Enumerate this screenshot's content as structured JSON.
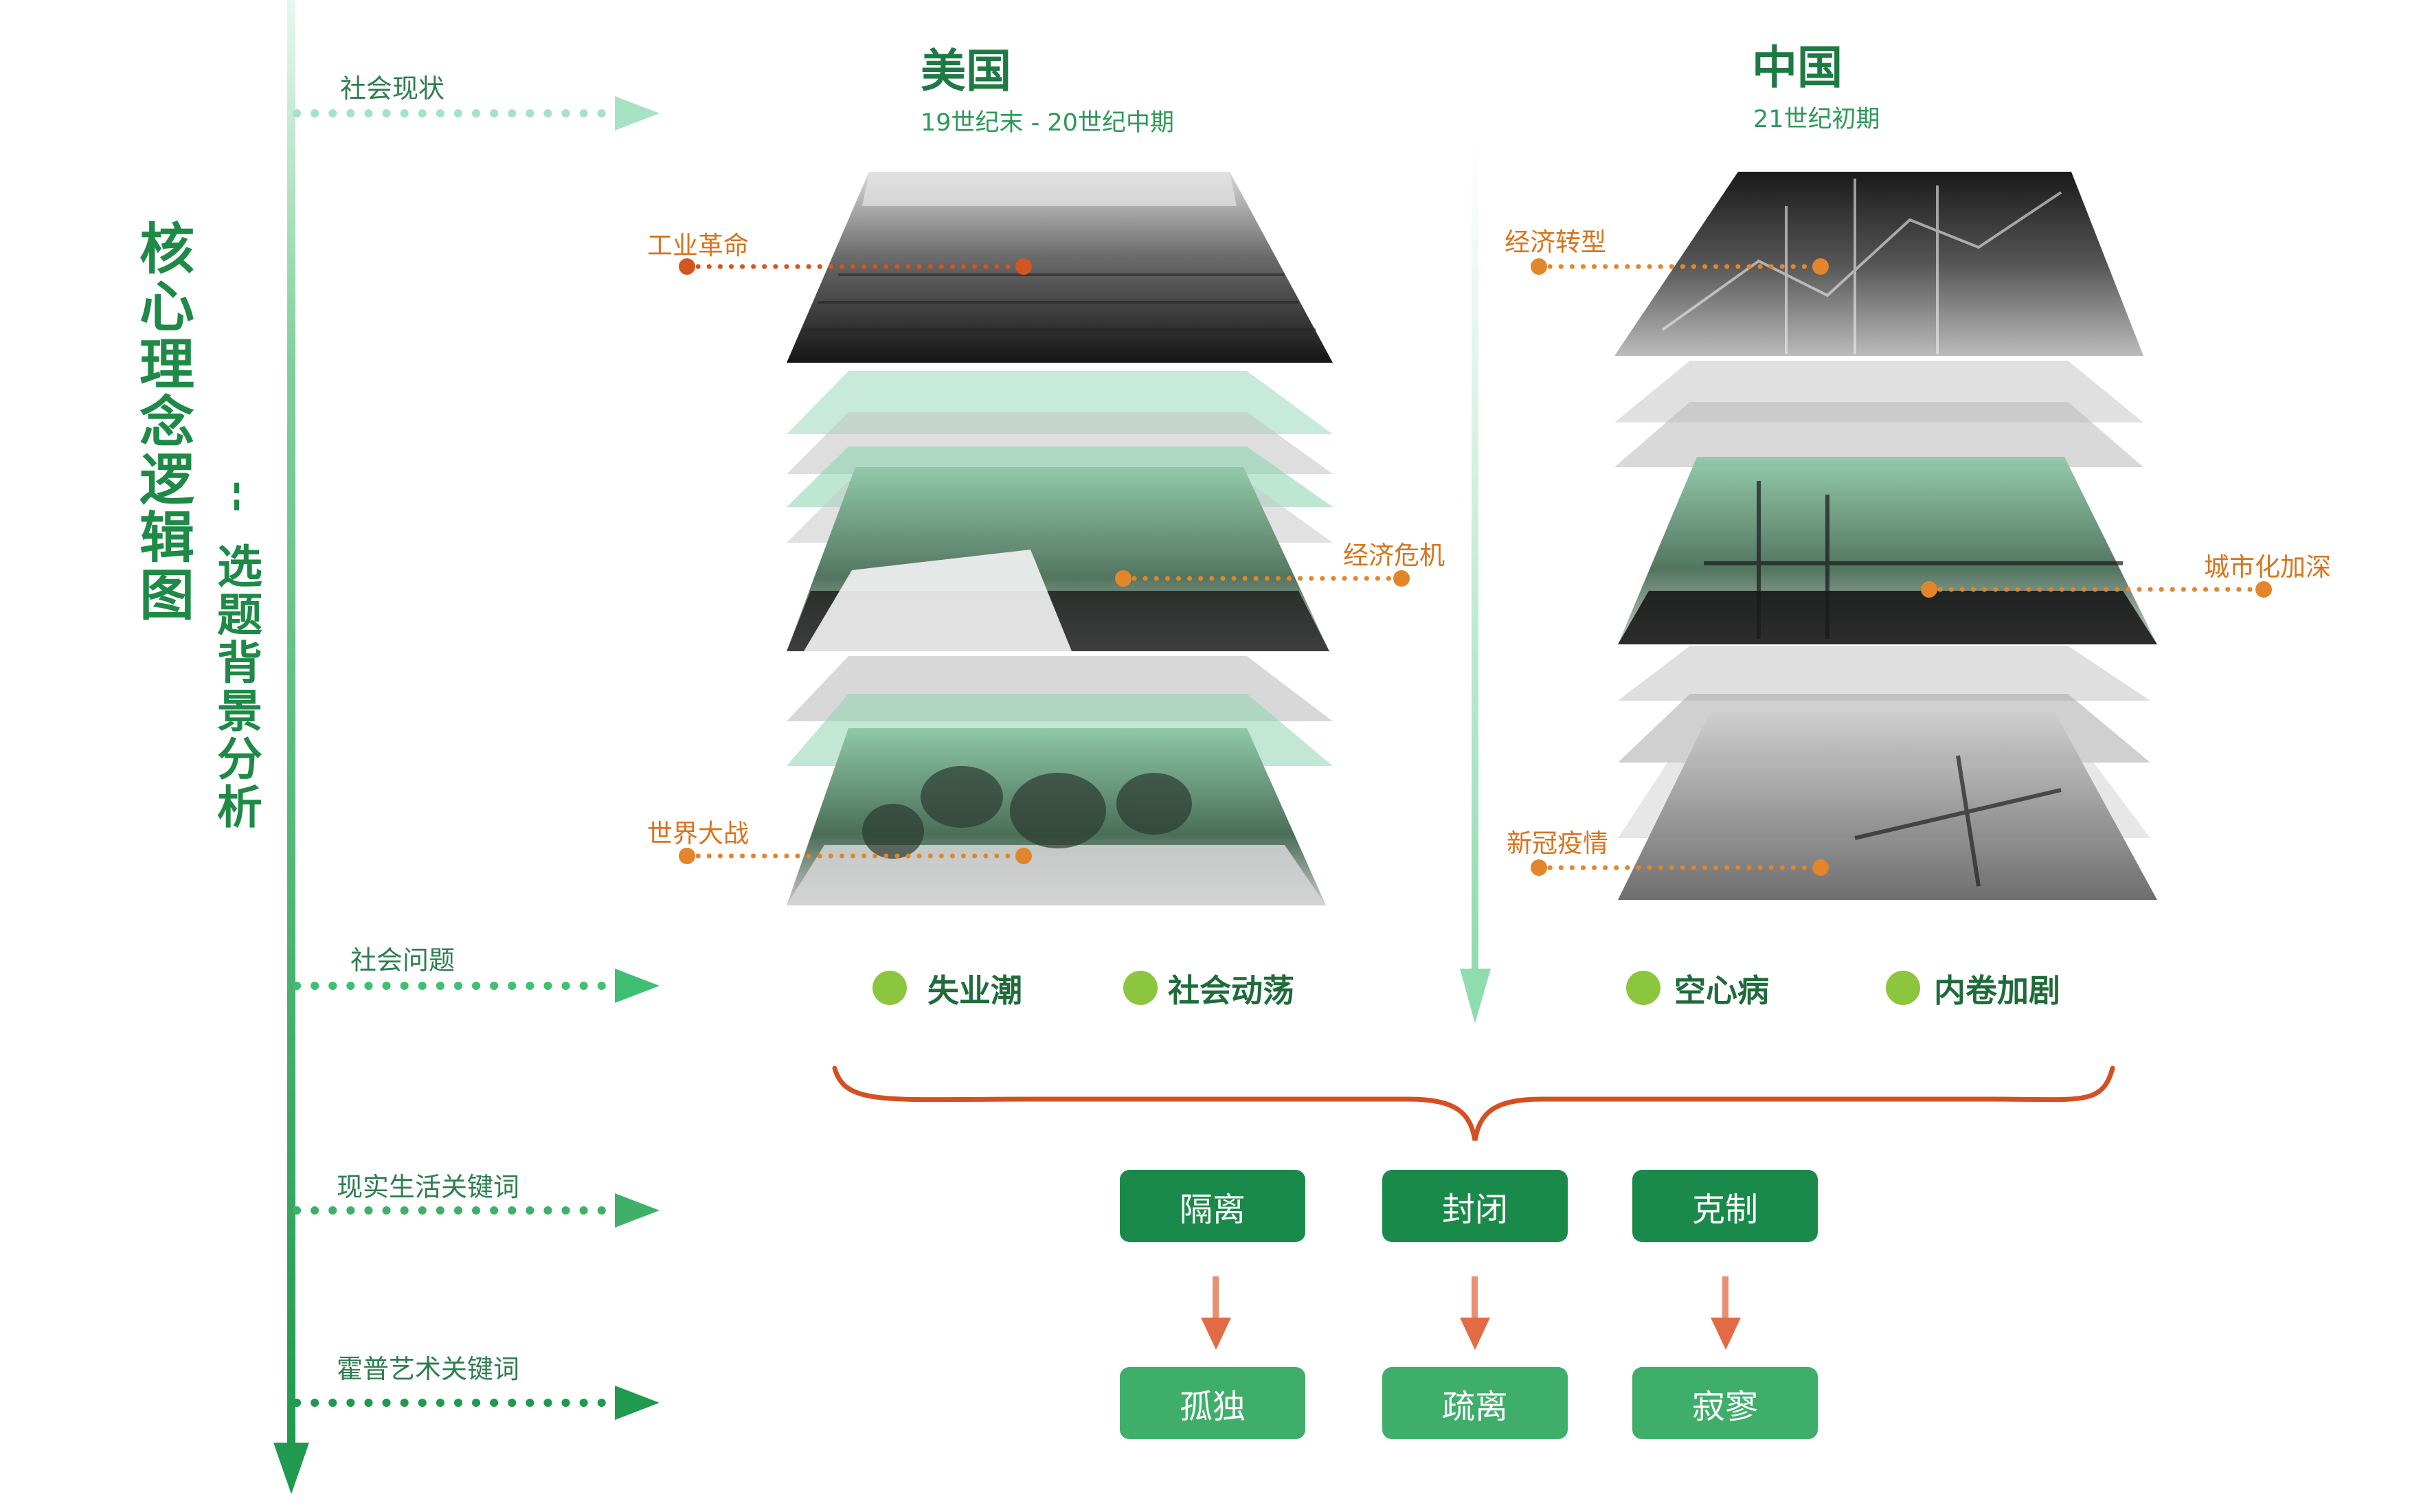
{
  "title": {
    "main": "核心理念逻辑图",
    "dash": "--",
    "sub": "选题背景分析"
  },
  "side_labels": [
    "社会现状",
    "社会问题",
    "现实生活关键词",
    "霍普艺术关键词"
  ],
  "countries": [
    {
      "name": "美国",
      "period": "19世纪末 - 20世纪中期",
      "events": [
        "工业革命",
        "经济危机",
        "世界大战"
      ],
      "problems": [
        "失业潮",
        "社会动荡"
      ]
    },
    {
      "name": "中国",
      "period": "21世纪初期",
      "events": [
        "经济转型",
        "城市化加深",
        "新冠疫情"
      ],
      "problems": [
        "空心病",
        "内卷加剧"
      ]
    }
  ],
  "keywords": {
    "reality": [
      "隔离",
      "封闭",
      "克制"
    ],
    "hopper": [
      "孤独",
      "疏离",
      "寂寥"
    ]
  },
  "colors": {
    "axis_green": "#2fa85c",
    "dark_green": "#1a8a4a",
    "light_green": "#3fae6a",
    "orange": "#e2852b",
    "red_orange": "#d64f23",
    "bullet": "#8cc63f",
    "mint": "#7fd8b0"
  }
}
